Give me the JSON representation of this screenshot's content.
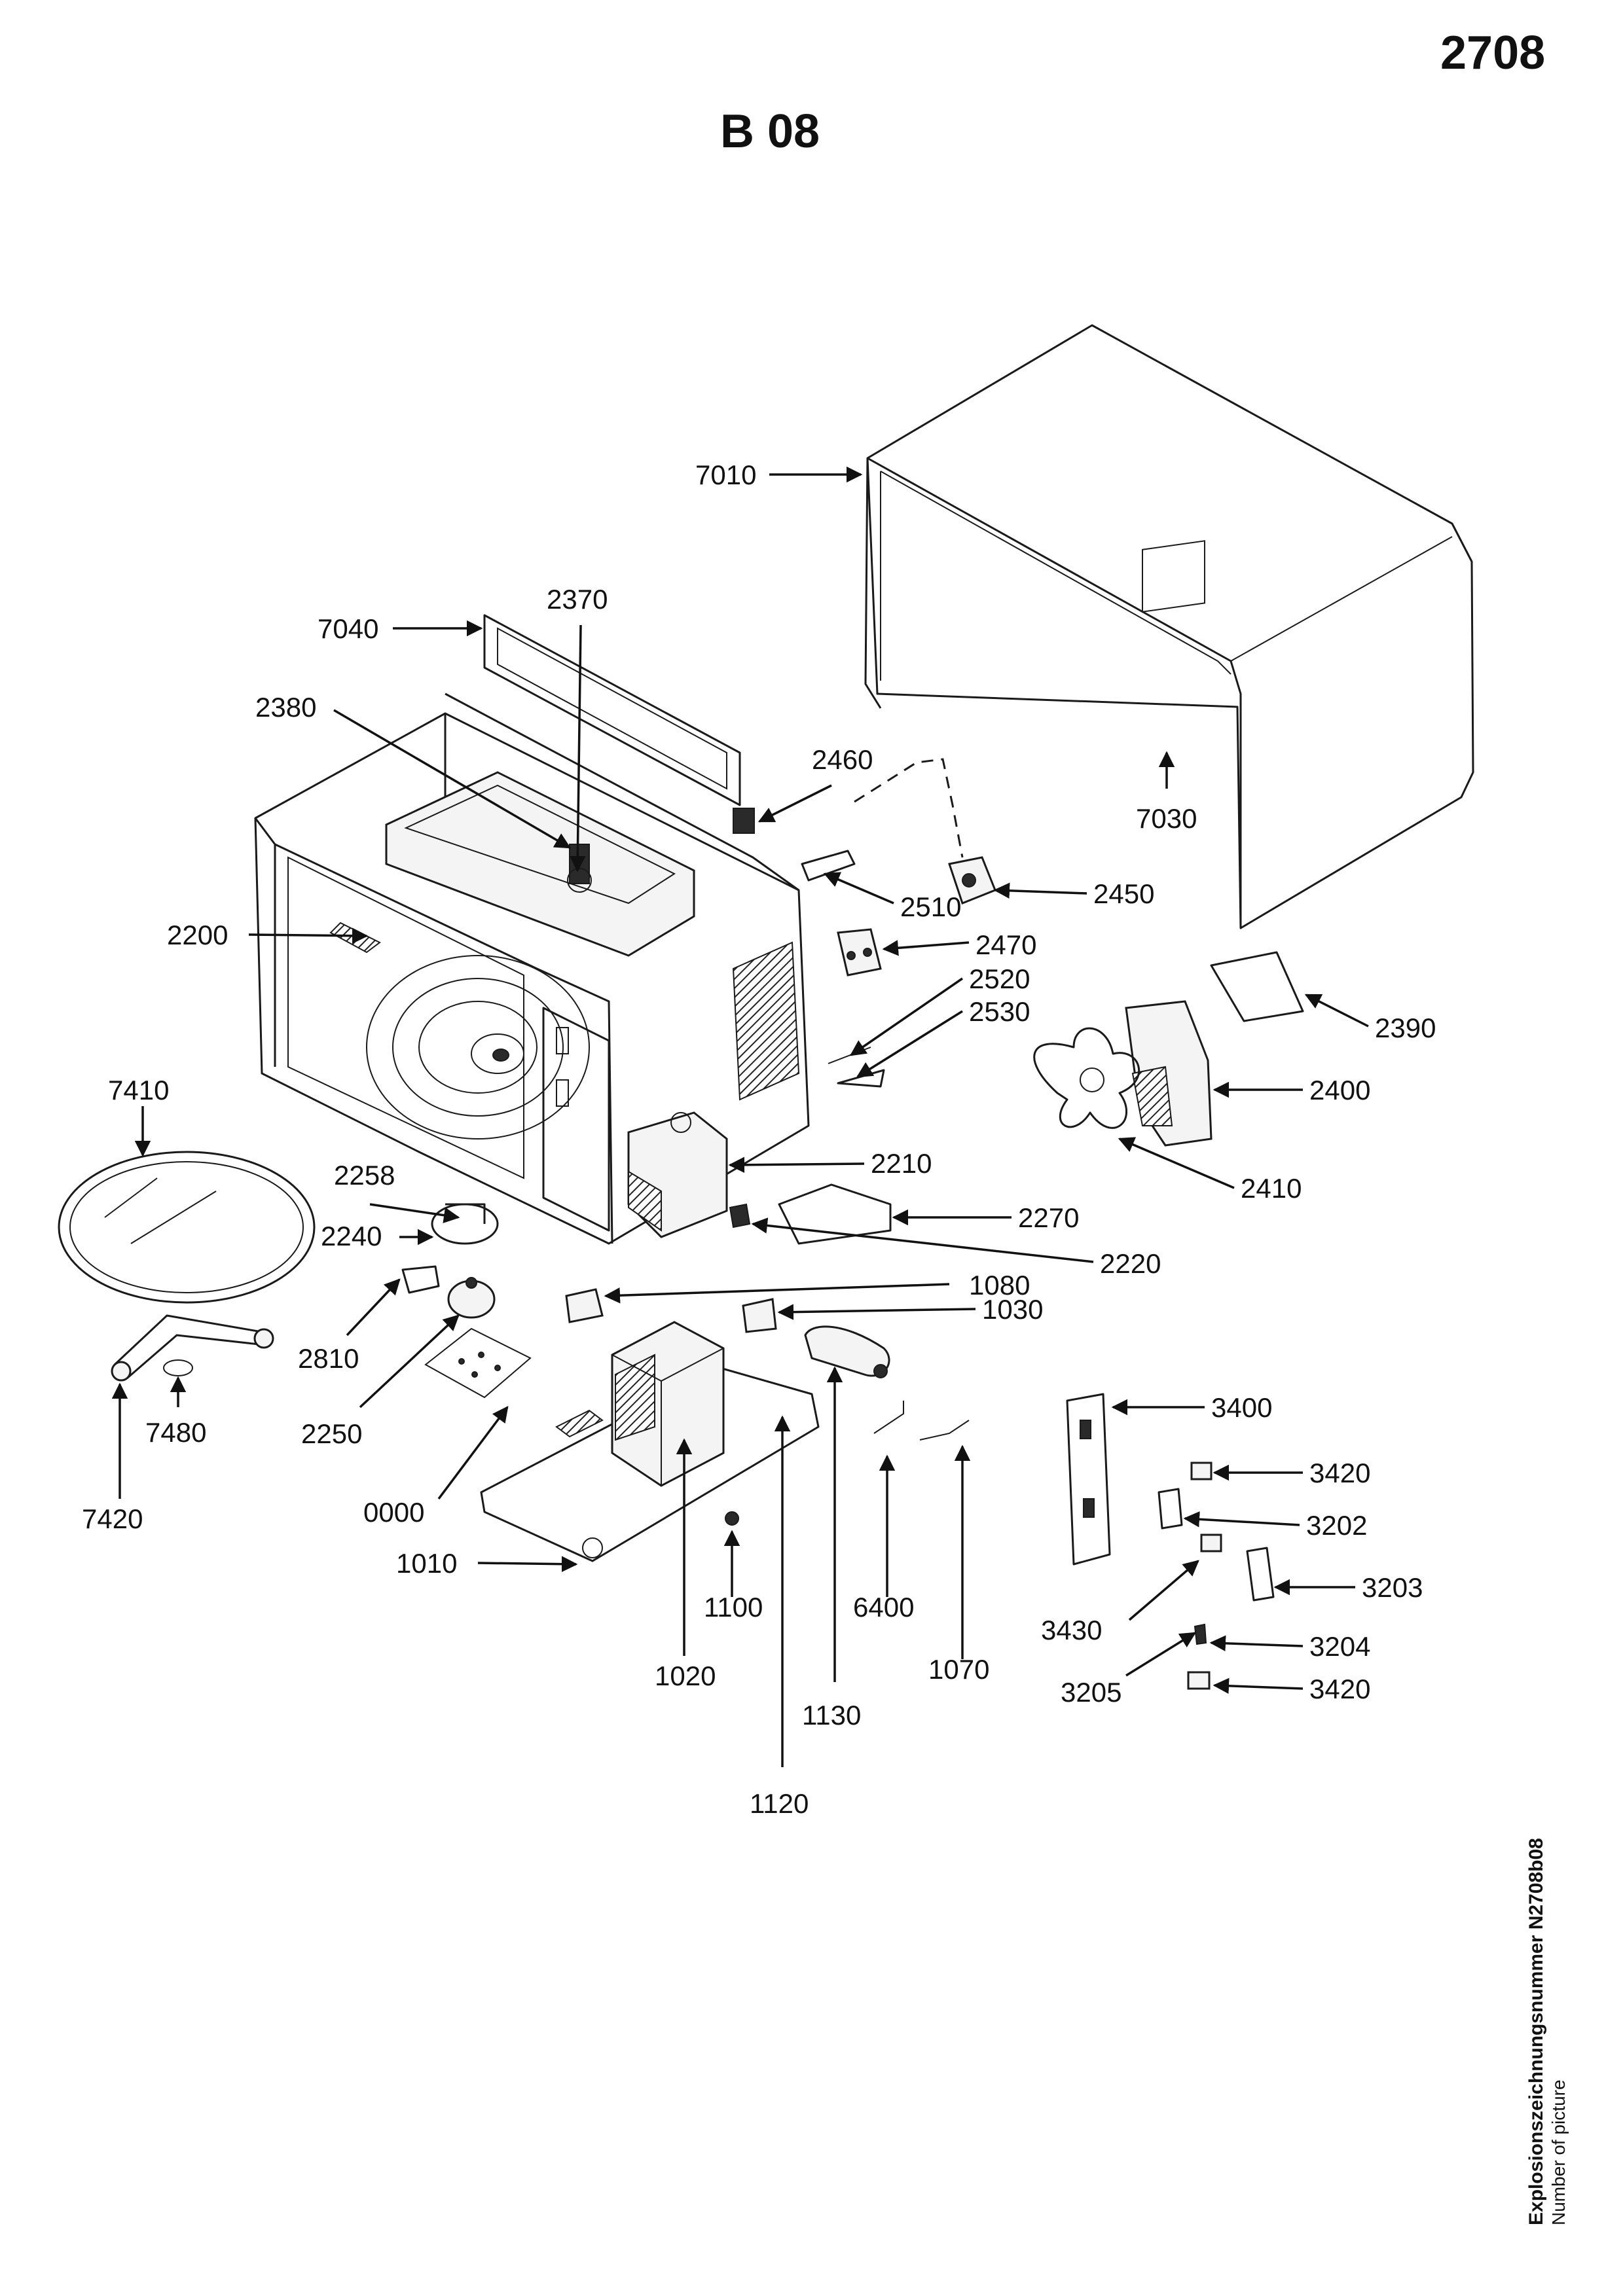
{
  "header": {
    "page_number": "2708",
    "group_code": "B 08"
  },
  "footer": {
    "drawing_number": "Explosionszeichnungsnummer N2708b08",
    "english_caption": "Number of picture"
  },
  "callouts": [
    {
      "id": "7010",
      "label": "7010"
    },
    {
      "id": "7040",
      "label": "7040"
    },
    {
      "id": "2370",
      "label": "2370"
    },
    {
      "id": "2380",
      "label": "2380"
    },
    {
      "id": "2460",
      "label": "2460"
    },
    {
      "id": "7030",
      "label": "7030"
    },
    {
      "id": "2510",
      "label": "2510"
    },
    {
      "id": "2450",
      "label": "2450"
    },
    {
      "id": "2200",
      "label": "2200"
    },
    {
      "id": "2470",
      "label": "2470"
    },
    {
      "id": "2520",
      "label": "2520"
    },
    {
      "id": "2530",
      "label": "2530"
    },
    {
      "id": "2390",
      "label": "2390"
    },
    {
      "id": "7410",
      "label": "7410"
    },
    {
      "id": "2400",
      "label": "2400"
    },
    {
      "id": "2258",
      "label": "2258"
    },
    {
      "id": "2210",
      "label": "2210"
    },
    {
      "id": "2240",
      "label": "2240"
    },
    {
      "id": "2410",
      "label": "2410"
    },
    {
      "id": "2270",
      "label": "2270"
    },
    {
      "id": "2220",
      "label": "2220"
    },
    {
      "id": "1080",
      "label": "1080"
    },
    {
      "id": "1030",
      "label": "1030"
    },
    {
      "id": "2810",
      "label": "2810"
    },
    {
      "id": "7480",
      "label": "7480"
    },
    {
      "id": "2250",
      "label": "2250"
    },
    {
      "id": "3400",
      "label": "3400"
    },
    {
      "id": "3420a",
      "label": "3420"
    },
    {
      "id": "7420",
      "label": "7420"
    },
    {
      "id": "0000",
      "label": "0000"
    },
    {
      "id": "3202",
      "label": "3202"
    },
    {
      "id": "1010",
      "label": "1010"
    },
    {
      "id": "3203",
      "label": "3203"
    },
    {
      "id": "1100",
      "label": "1100"
    },
    {
      "id": "6400",
      "label": "6400"
    },
    {
      "id": "3430",
      "label": "3430"
    },
    {
      "id": "3204",
      "label": "3204"
    },
    {
      "id": "1070",
      "label": "1070"
    },
    {
      "id": "1020",
      "label": "1020"
    },
    {
      "id": "3205",
      "label": "3205"
    },
    {
      "id": "3420b",
      "label": "3420"
    },
    {
      "id": "1130",
      "label": "1130"
    },
    {
      "id": "1120",
      "label": "1120"
    }
  ]
}
